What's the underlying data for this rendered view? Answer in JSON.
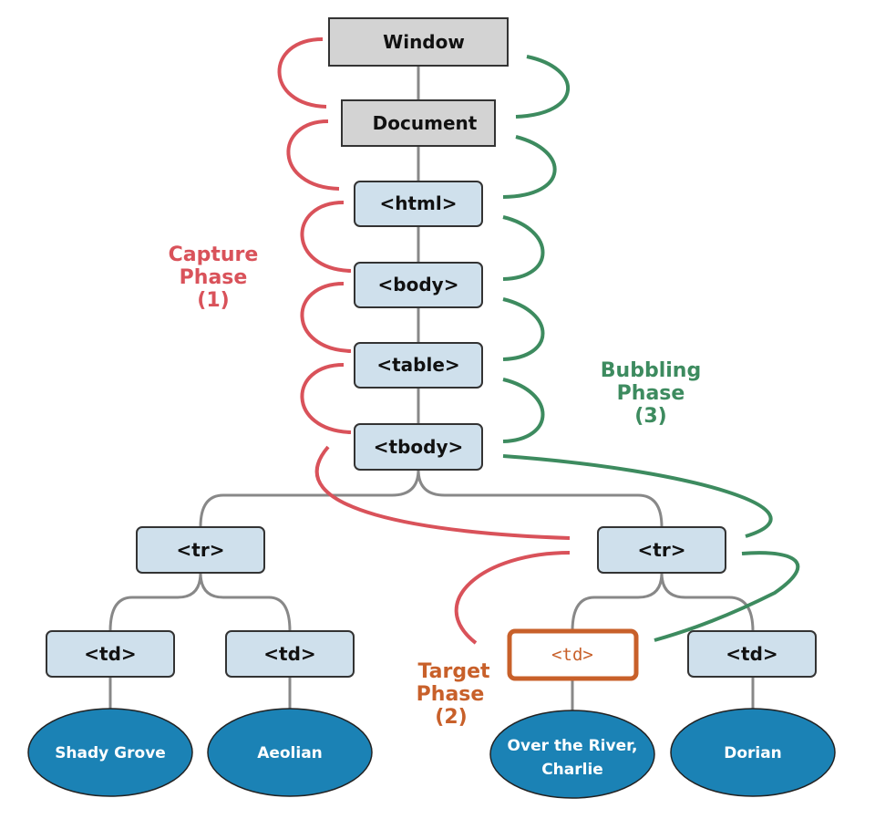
{
  "colors": {
    "capture": "#d9525a",
    "bubbling": "#3d8b5f",
    "target": "#c8602a",
    "element_fill": "#cfe0ec",
    "leaf_fill": "#1b82b5",
    "root_fill": "#d3d3d3"
  },
  "nodes": {
    "window": "Window",
    "document": "Document",
    "html": "<html>",
    "body": "<body>",
    "table": "<table>",
    "tbody": "<tbody>",
    "tr_left": "<tr>",
    "tr_right": "<tr>",
    "td1": "<td>",
    "td2": "<td>",
    "td_target": "<td>",
    "td4": "<td>"
  },
  "leaves": {
    "leaf1": "Shady Grove",
    "leaf2": "Aeolian",
    "leaf3_line1": "Over the River,",
    "leaf3_line2": "Charlie",
    "leaf4": "Dorian"
  },
  "phases": {
    "capture": [
      "Capture",
      "Phase",
      "(1)"
    ],
    "bubbling": [
      "Bubbling",
      "Phase",
      "(3)"
    ],
    "target": [
      "Target",
      "Phase",
      "(2)"
    ]
  }
}
